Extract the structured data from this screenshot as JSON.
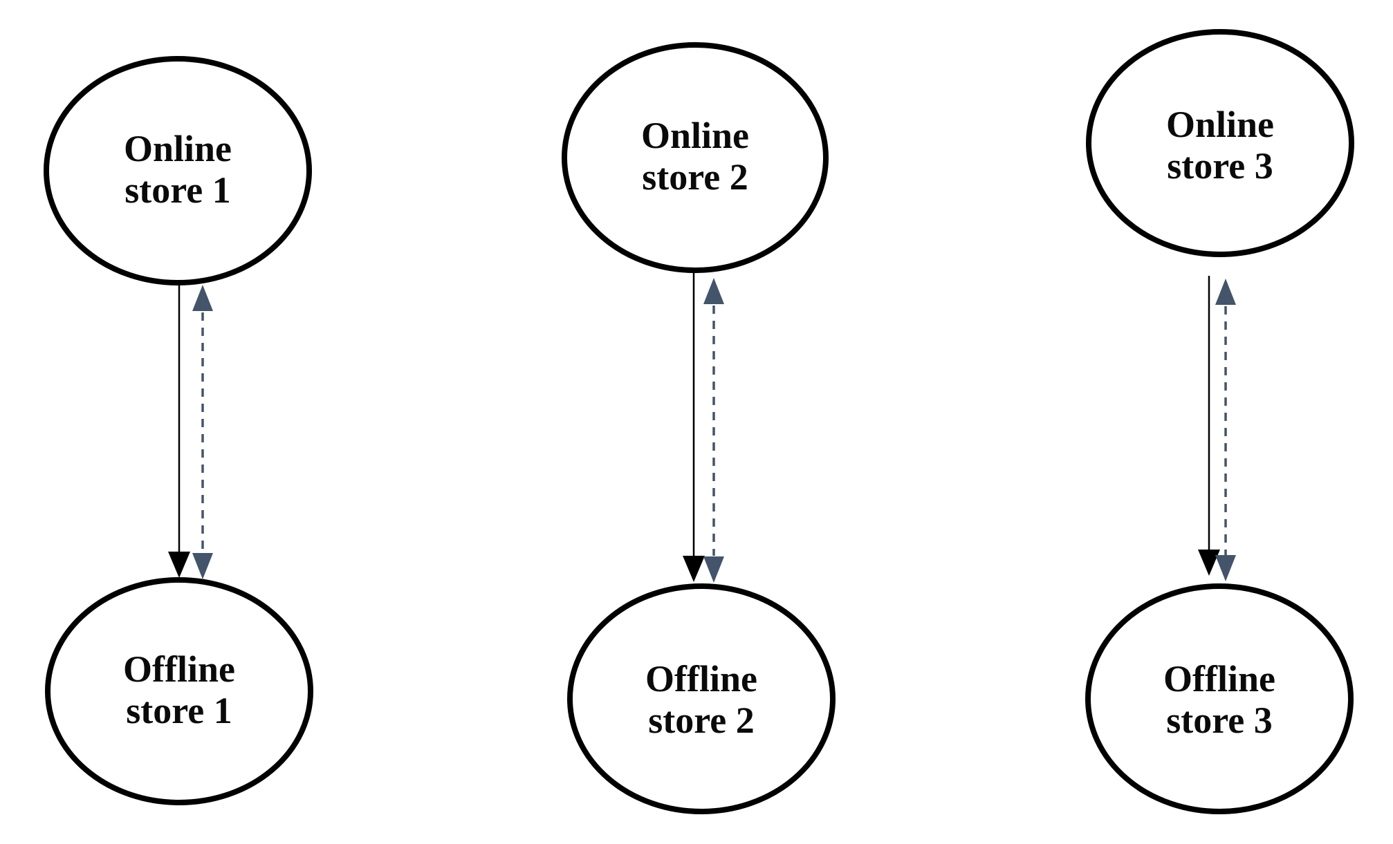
{
  "diagram": {
    "type": "node-link diagram",
    "description": "Three online/offline store pairs, each connected by a solid one-way downward arrow and a dashed two-way arrow",
    "background": "#FFFFFF"
  },
  "colors": {
    "node_fill": "#FFFFFF",
    "node_stroke": "#000000",
    "solid_arrow": "#000000",
    "dashed_arrow": "#44546A"
  },
  "pairs": [
    {
      "online_label": "Online store 1",
      "online_line1": "Online",
      "online_line2": "store 1",
      "offline_label": "Offline store 1",
      "offline_line1": "Offline",
      "offline_line2": "store 1",
      "edges": [
        {
          "style": "solid",
          "color": "#000000",
          "direction": "online-to-offline",
          "arrowheads": [
            "down"
          ]
        },
        {
          "style": "dashed",
          "color": "#44546A",
          "direction": "bidirectional",
          "arrowheads": [
            "up",
            "down"
          ]
        }
      ]
    },
    {
      "online_label": "Online store 2",
      "online_line1": "Online",
      "online_line2": "store 2",
      "offline_label": "Offline store 2",
      "offline_line1": "Offline",
      "offline_line2": "store 2",
      "edges": [
        {
          "style": "solid",
          "color": "#000000",
          "direction": "online-to-offline",
          "arrowheads": [
            "down"
          ]
        },
        {
          "style": "dashed",
          "color": "#44546A",
          "direction": "bidirectional",
          "arrowheads": [
            "up",
            "down"
          ]
        }
      ]
    },
    {
      "online_label": "Online store 3",
      "online_line1": "Online",
      "online_line2": "store 3",
      "offline_label": "Offline store 3",
      "offline_line1": "Offline",
      "offline_line2": "store 3",
      "edges": [
        {
          "style": "solid",
          "color": "#000000",
          "direction": "online-to-offline",
          "arrowheads": [
            "down"
          ]
        },
        {
          "style": "dashed",
          "color": "#44546A",
          "direction": "bidirectional",
          "arrowheads": [
            "up",
            "down"
          ]
        }
      ]
    }
  ]
}
